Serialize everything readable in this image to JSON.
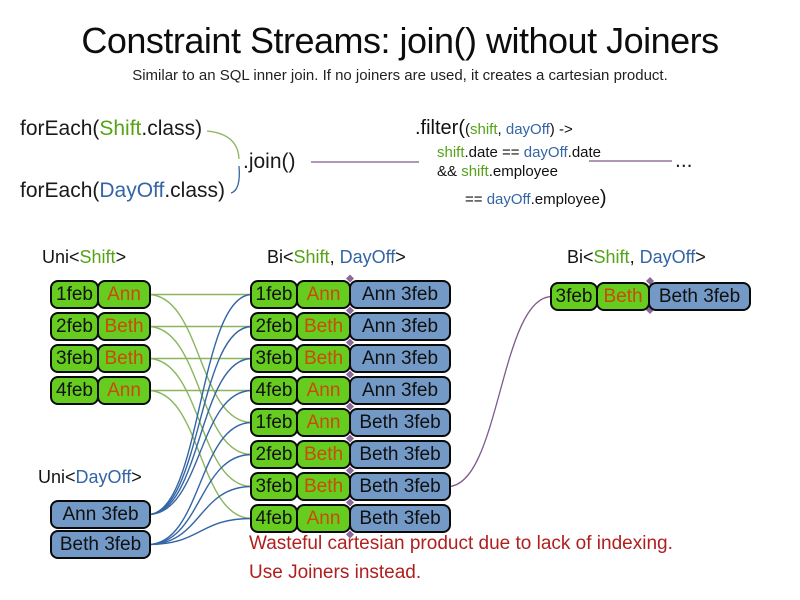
{
  "title": "Constraint Streams: join() without Joiners",
  "subtitle": "Similar to an SQL inner join. If no joiners are used, it creates a cartesian product.",
  "code": {
    "foreach_shift": {
      "fn": "forEach(",
      "cls": "Shift",
      "end": ".class)"
    },
    "foreach_dayoff": {
      "fn": "forEach(",
      "cls": "DayOff",
      "end": ".class)"
    },
    "join": ".join()",
    "filter": {
      "head": ".filter(",
      "p_open": "(",
      "arg1": "shift",
      "sep": ", ",
      "arg2": "dayOff",
      "arrow": ") ->",
      "l2_a": "shift",
      "l2_b": ".date == ",
      "l2_c": "dayOff",
      "l2_d": ".date",
      "l3_a": "&& ",
      "l3_b": "shift",
      "l3_c": ".employee",
      "l4_a": "== ",
      "l4_b": "dayOff",
      "l4_c": ".employee",
      "close": ")"
    },
    "ellipsis": "..."
  },
  "labels": {
    "uni_shift": {
      "pre": "Uni<",
      "a": "Shift",
      "post": ">"
    },
    "bi_mid": {
      "pre": "Bi<",
      "a": "Shift",
      "sep": ", ",
      "b": "DayOff",
      "post": ">"
    },
    "bi_right": {
      "pre": "Bi<",
      "a": "Shift",
      "sep": ", ",
      "b": "DayOff",
      "post": ">"
    },
    "uni_dayoff": {
      "pre": "Uni<",
      "a": "DayOff",
      "post": ">"
    }
  },
  "shifts": [
    {
      "date": "1feb",
      "employee": "Ann"
    },
    {
      "date": "2feb",
      "employee": "Beth"
    },
    {
      "date": "3feb",
      "employee": "Beth"
    },
    {
      "date": "4feb",
      "employee": "Ann"
    }
  ],
  "dayoffs": [
    {
      "value": "Ann 3feb"
    },
    {
      "value": "Beth 3feb"
    }
  ],
  "pairs": [
    {
      "date": "1feb",
      "employee": "Ann",
      "dayoff": "Ann 3feb"
    },
    {
      "date": "2feb",
      "employee": "Beth",
      "dayoff": "Ann 3feb"
    },
    {
      "date": "3feb",
      "employee": "Beth",
      "dayoff": "Ann 3feb"
    },
    {
      "date": "4feb",
      "employee": "Ann",
      "dayoff": "Ann 3feb"
    },
    {
      "date": "1feb",
      "employee": "Ann",
      "dayoff": "Beth 3feb"
    },
    {
      "date": "2feb",
      "employee": "Beth",
      "dayoff": "Beth 3feb"
    },
    {
      "date": "3feb",
      "employee": "Beth",
      "dayoff": "Beth 3feb"
    },
    {
      "date": "4feb",
      "employee": "Ann",
      "dayoff": "Beth 3feb"
    }
  ],
  "result": {
    "date": "3feb",
    "employee": "Beth",
    "dayoff": "Beth 3feb"
  },
  "note": {
    "line1": "Wasteful cartesian product due to lack of indexing.",
    "line2": "Use Joiners instead."
  },
  "colors": {
    "shift_green": "#55a316",
    "dayoff_blue": "#3465a4",
    "name_orange": "#cc4a0a",
    "box_green": "#66cc20",
    "box_blue": "#7399c6",
    "edge_green": "#8ab55c",
    "edge_blue": "#3465a4",
    "edge_purple": "#7d5a8a",
    "diamond_purple": "#8a6a9a",
    "note_red": "#b01e1e"
  },
  "edges": {
    "shift_to_pairs": [
      [
        0,
        0
      ],
      [
        0,
        4
      ],
      [
        1,
        1
      ],
      [
        1,
        5
      ],
      [
        2,
        2
      ],
      [
        2,
        6
      ],
      [
        3,
        3
      ],
      [
        3,
        7
      ]
    ],
    "dayoff_to_pairs": [
      [
        0,
        0
      ],
      [
        0,
        1
      ],
      [
        0,
        2
      ],
      [
        0,
        3
      ],
      [
        1,
        4
      ],
      [
        1,
        5
      ],
      [
        1,
        6
      ],
      [
        1,
        7
      ]
    ],
    "pair_to_result": [
      [
        6,
        0
      ]
    ]
  }
}
